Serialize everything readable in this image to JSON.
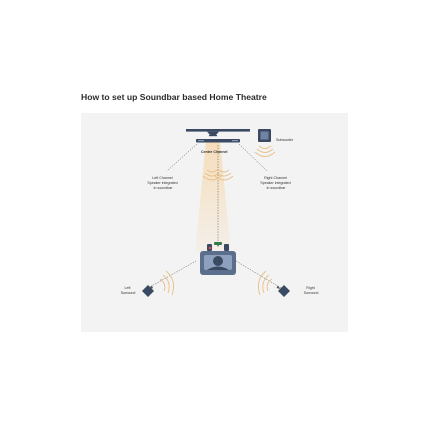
{
  "page": {
    "title": "How to set up Soundbar based Home Theatre"
  },
  "diagram": {
    "labels": {
      "subwoofer": "Subwoofer",
      "centre_channel": "Centre Channel",
      "left_channel": [
        "Left Channel",
        "Speaker integrated",
        "in soundbar"
      ],
      "right_channel": [
        "Right Channel",
        "Speaker integrated",
        "in soundbar"
      ],
      "left_surround": [
        "Left",
        "Surround"
      ],
      "right_surround": [
        "Right",
        "Surround"
      ]
    },
    "colors": {
      "panel_bg": "#f3f3f3",
      "beam": "#f6dcb8",
      "speaker_dark": "#3b4a63",
      "sofa": "#5b6f8c",
      "sound_wave": "#e8c089",
      "dashed_line": "#555555",
      "text": "#333333"
    }
  }
}
